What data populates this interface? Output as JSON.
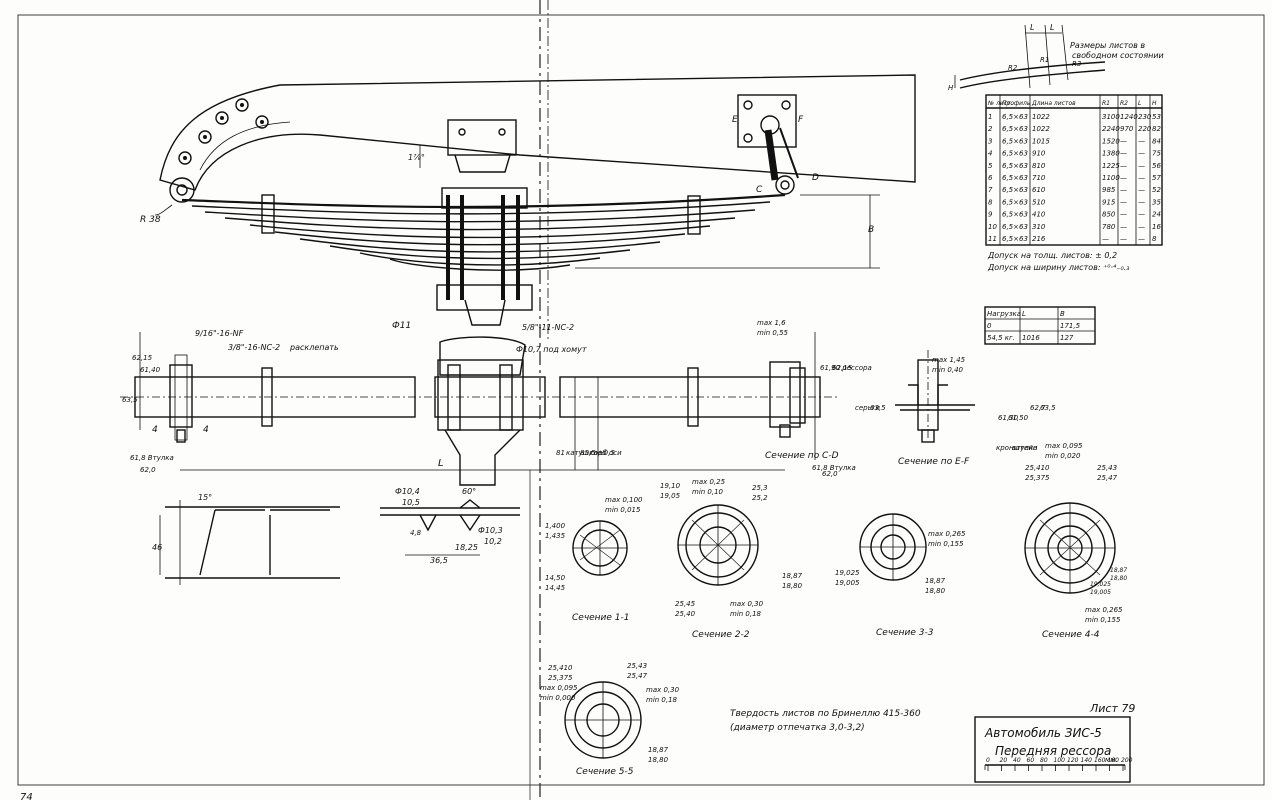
{
  "page_number": "74",
  "sheet_label": "Лист 79",
  "title_block": {
    "line1": "Автомобиль ЗИС-5",
    "line2": "Передняя рессора",
    "scale_ticks": [
      "0",
      "20",
      "40",
      "60",
      "80",
      "100",
      "120",
      "140",
      "160",
      "180",
      "200"
    ],
    "scale_unit": "мм."
  },
  "free_state_caption": [
    "Размеры листов в",
    "свободном состоянии"
  ],
  "free_state_labels": {
    "L1": "L",
    "L2": "L",
    "R1": "R1",
    "R2": "R2",
    "R3": "R3",
    "H": "H"
  },
  "leaf_table": {
    "headers": [
      "№ лист.",
      "Профиль",
      "Длина листов",
      "R1",
      "R2",
      "L",
      "H"
    ],
    "rows": [
      [
        "1",
        "6,5×63",
        "1022",
        "3100",
        "1240",
        "230",
        "53"
      ],
      [
        "2",
        "6,5×63",
        "1022",
        "2240",
        "970",
        "220",
        "82"
      ],
      [
        "3",
        "6,5×63",
        "1015",
        "1520",
        "—",
        "—",
        "84"
      ],
      [
        "4",
        "6,5×63",
        "910",
        "1380",
        "—",
        "—",
        "75"
      ],
      [
        "5",
        "6,5×63",
        "810",
        "1225",
        "—",
        "—",
        "56"
      ],
      [
        "6",
        "6,5×63",
        "710",
        "1100",
        "—",
        "—",
        "57"
      ],
      [
        "7",
        "6,5×63",
        "610",
        "985",
        "—",
        "—",
        "52"
      ],
      [
        "8",
        "6,5×63",
        "510",
        "915",
        "—",
        "—",
        "35"
      ],
      [
        "9",
        "6,5×63",
        "410",
        "850",
        "—",
        "—",
        "24"
      ],
      [
        "10",
        "6,5×63",
        "310",
        "780",
        "—",
        "—",
        "16"
      ],
      [
        "11",
        "6,5×63",
        "216",
        "—",
        "—",
        "—",
        "8"
      ]
    ],
    "tolerance_thickness": "Допуск на толщ. листов: ± 0,2",
    "tolerance_width": "Допуск на ширину листов: ⁺⁰·⁴₋₀.₃"
  },
  "load_table": {
    "headers": [
      "Нагрузка",
      "L",
      "B"
    ],
    "rows": [
      [
        "0",
        "",
        "171,5"
      ],
      [
        "54,5 кг.",
        "1016",
        "127"
      ]
    ]
  },
  "labels": {
    "R38": "R 38",
    "B": "B",
    "angle_main": "1⅞°",
    "phi11": "Ф11",
    "thread1": "9/16\"-16-NF",
    "thread2": "3/8\"-16-NC-2",
    "thread3": "5/8\"-11-NC-2",
    "rasklepat": "расклепать",
    "phi107": "Ф10,7 под хомут",
    "dim_635": "63,5",
    "dim_6215": "62,15",
    "dim_6140": "61,40",
    "dim_618": "61,8 Втулка",
    "dim_620": "62,0",
    "dim_4_4": "4",
    "L": "L",
    "dim_81": "81",
    "katushka": "катушка",
    "dim_855": "85,5 ±0,5",
    "gorb": "горб оси",
    "max16": "max 1,6",
    "min055": "min 0,55",
    "dim_6190": "61,90 рессора",
    "dim_6215b": "62,15",
    "sect_CD": "Сечение по C-D",
    "dim_618b": "61,8 Втулка",
    "dim_620b": "62,0",
    "sergi": "серьги",
    "dim_635b": "63,5",
    "max145": "max 1,45",
    "min040": "min 0,40",
    "sect_EF": "Сечение по E-F",
    "dim_6130": "61,30",
    "dim_6150": "61,50",
    "kronstein": "кронштейн",
    "vtulka": "втулка",
    "dim_627": "62,7",
    "dim_635c": "63,5",
    "angle15": "15°",
    "dim_46": "46",
    "phi104": "Ф10,4",
    "dim_105": "10,5",
    "angle60": "60°",
    "phi103": "Ф10,3",
    "dim_102": "10,2",
    "dim_48": "4,8",
    "dim_1825": "18,25",
    "dim_365": "36,5",
    "s1_a": "1,400",
    "s1_b": "1,435",
    "s1_max": "max 0,100",
    "s1_min": "min 0,015",
    "s1_c": "14,50",
    "s1_d": "14,45",
    "sect11": "Сечение 1-1",
    "s2_a": "19,10",
    "s2_b": "19,05",
    "s2_max": "max 0,25",
    "s2_min": "min 0,10",
    "s2_c": "25,3",
    "s2_d": "25,2",
    "s2_e": "18,87",
    "s2_f": "18,80",
    "s2_g": "25,45",
    "s2_h": "25,40",
    "s2_max2": "max 0,30",
    "s2_min2": "min 0,18",
    "sect22": "Сечение 2-2",
    "s3_max": "max 0,265",
    "s3_min": "min 0,155",
    "s3_a": "19,025",
    "s3_b": "19,005",
    "s3_c": "18,87",
    "s3_d": "18,80",
    "sect33": "Сечение 3-3",
    "s4_max": "max 0,095",
    "s4_min": "min 0,020",
    "s4_a": "25,410",
    "s4_b": "25,375",
    "s4_c": "25,43",
    "s4_d": "25,47",
    "s4_e": "18,87",
    "s4_f": "18,80",
    "s4_g": "19,025",
    "s4_h": "19,005",
    "s4_max2": "max 0,265",
    "s4_min2": "min 0,155",
    "sect44": "Сечение 4-4",
    "s5_a": "25,410",
    "s5_b": "25,375",
    "s5_c": "25,43",
    "s5_d": "25,47",
    "s5_max": "max 0,095",
    "s5_min": "min 0,000",
    "s5_maxb": "max 0,30",
    "s5_minb": "min 0,18",
    "s5_e": "18,87",
    "s5_f": "18,80",
    "sect55": "Сечение 5-5",
    "hardness1": "Твердость листов по Бринеллю 415-360",
    "hardness2": "(диаметр отпечатка 3,0-3,2)",
    "E": "E",
    "F": "F",
    "C": "C",
    "D": "D"
  }
}
